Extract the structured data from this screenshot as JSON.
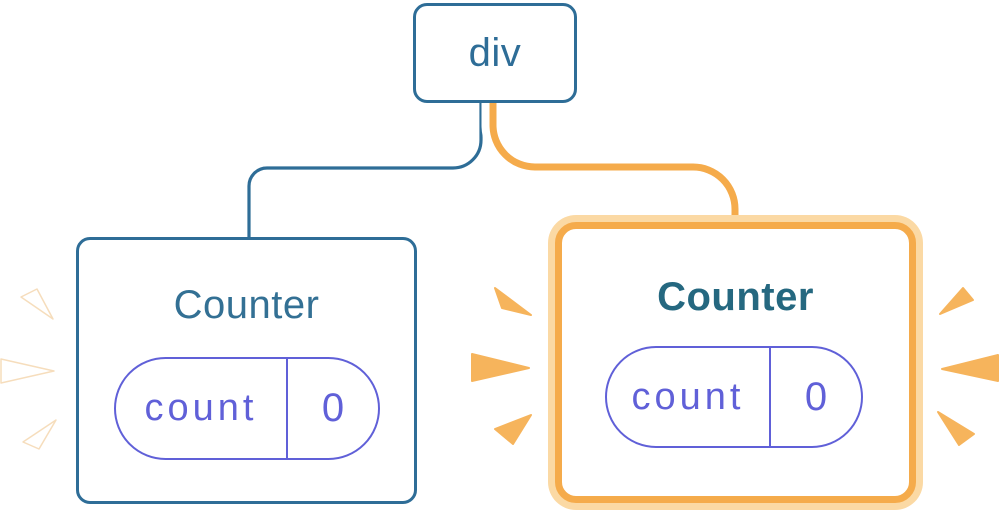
{
  "diagram": {
    "root": {
      "label": "div"
    },
    "nodes": [
      {
        "id": "counter-left",
        "label": "Counter",
        "highlighted": false,
        "state": {
          "key": "count",
          "value": "0"
        }
      },
      {
        "id": "counter-right",
        "label": "Counter",
        "highlighted": true,
        "state": {
          "key": "count",
          "value": "0"
        }
      }
    ],
    "edges": [
      {
        "from": "div",
        "to": "counter-left",
        "style": "plain-blue"
      },
      {
        "from": "div",
        "to": "counter-right",
        "style": "highlighted-orange"
      }
    ]
  },
  "theme": {
    "blue": "#2E6D97",
    "teal-left": "#337094",
    "teal-right": "#256880",
    "purple": "#6060D8",
    "orange": "#F5AB4B",
    "orange-light": "#FBD9A4",
    "spark-orange": "#F6B45C",
    "spark-fringe": "#F6DDBC"
  }
}
